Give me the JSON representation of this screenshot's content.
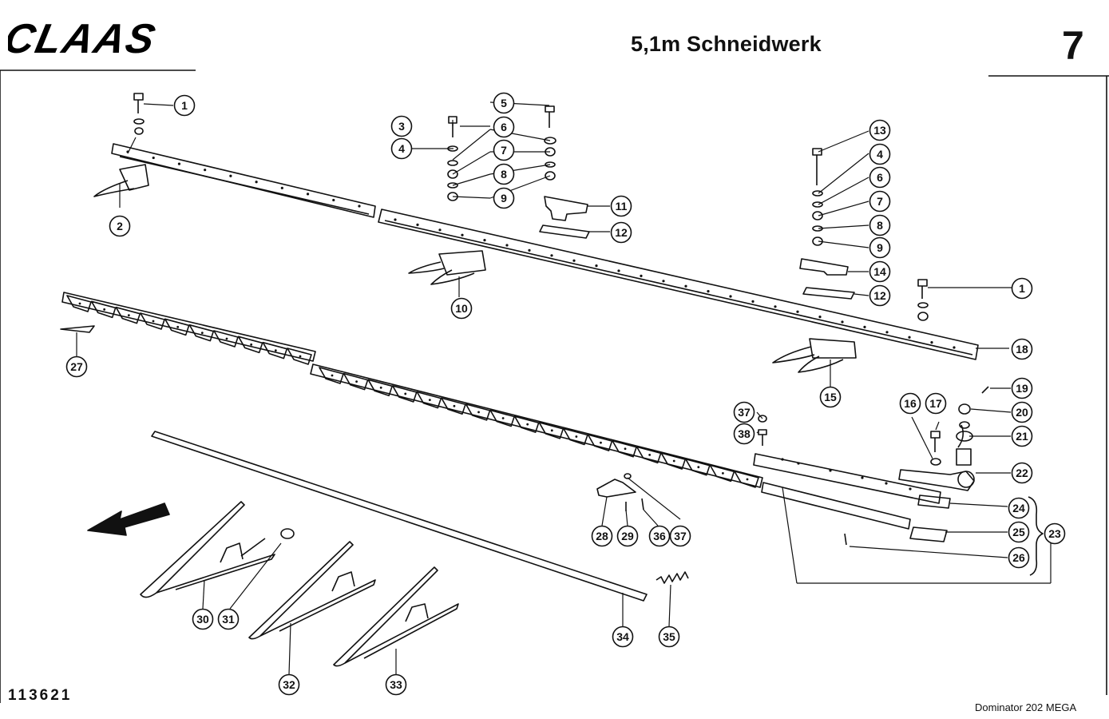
{
  "header": {
    "brand": "CLAAS",
    "title": "5,1m Schneidwerk",
    "page_number": "7"
  },
  "footer": {
    "document_number": "113621",
    "model": "Dominator  202 MEGA"
  },
  "callouts": [
    "1",
    "2",
    "3",
    "4",
    "5",
    "6",
    "7",
    "8",
    "9",
    "10",
    "11",
    "12",
    "13",
    "14",
    "15",
    "16",
    "17",
    "18",
    "19",
    "20",
    "21",
    "22",
    "23",
    "24",
    "25",
    "26",
    "27",
    "28",
    "29",
    "30",
    "31",
    "32",
    "33",
    "34",
    "35",
    "36",
    "37",
    "38"
  ]
}
